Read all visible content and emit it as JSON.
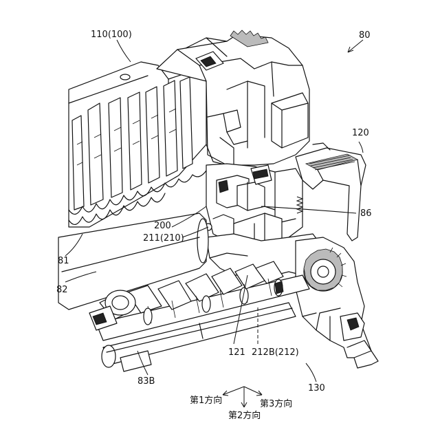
{
  "labels": {
    "l110": "110(100)",
    "l80": "80",
    "l120": "120",
    "l86": "86",
    "l200": "200",
    "l211": "211(210)",
    "l81": "81",
    "l82": "82",
    "l121": "121",
    "l212": "212B(212)",
    "l83b": "83B",
    "l130": "130"
  },
  "directions": {
    "first": "第1方向",
    "second": "第2方向",
    "third": "第3方向"
  }
}
